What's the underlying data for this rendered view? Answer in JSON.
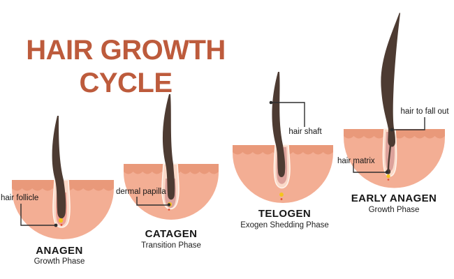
{
  "title": "HAIR GROWTH CYCLE",
  "colors": {
    "accent": "#bd5b3c",
    "skin": "#f3ae94",
    "skin_band": "#e9997a",
    "sheath": "#fbd9c8",
    "sheath_rim": "#fff3ea",
    "sheath_inner": "#efa094",
    "follicle_rose": "#dda29b",
    "hair": "#4d3b32",
    "matrix_yellow": "#f4c41e",
    "papilla_red": "#df4a2e",
    "line": "#2e2e2e",
    "text": "#161616"
  },
  "figures": [
    {
      "name": "ANAGEN",
      "phase": "Growth Phase",
      "annotations": [
        {
          "label": "hair follicle"
        }
      ]
    },
    {
      "name": "CATAGEN",
      "phase": "Transition Phase",
      "annotations": [
        {
          "label": "dermal papilla"
        }
      ]
    },
    {
      "name": "TELOGEN",
      "phase": "Exogen Shedding Phase",
      "annotations": [
        {
          "label": "hair shaft"
        }
      ]
    },
    {
      "name": "EARLY ANAGEN",
      "phase": "Growth Phase",
      "annotations": [
        {
          "label": "hair to fall out"
        },
        {
          "label": "hair matrix"
        }
      ]
    }
  ]
}
